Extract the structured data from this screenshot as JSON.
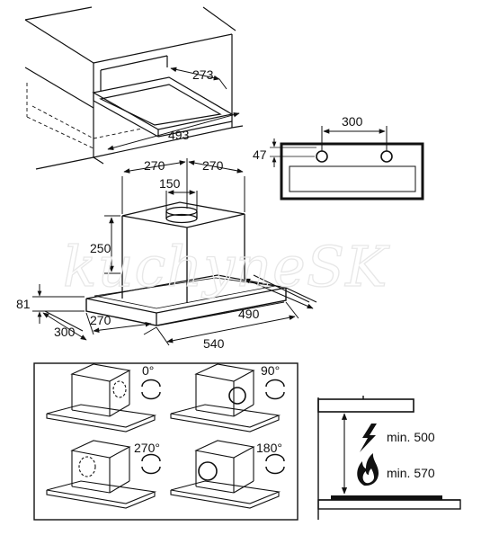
{
  "cabinet": {
    "dim_depth": "273",
    "dim_width": "493"
  },
  "bracket": {
    "dim_spacing": "300",
    "dim_height": "47"
  },
  "hood": {
    "dim_left": "270",
    "dim_right": "270",
    "dim_outlet": "150",
    "dim_body_height": "250",
    "dim_panel_height": "81",
    "dim_front_depth": "270",
    "dim_side_depth": "300",
    "dim_body_width": "490",
    "dim_panel_width": "540"
  },
  "watermark": "kuchyneSK",
  "rotation": {
    "tl": "0°",
    "tr": "90°",
    "bl": "270°",
    "br": "180°"
  },
  "clearance": {
    "electric_label": "min. 500",
    "gas_label": "min. 570"
  }
}
